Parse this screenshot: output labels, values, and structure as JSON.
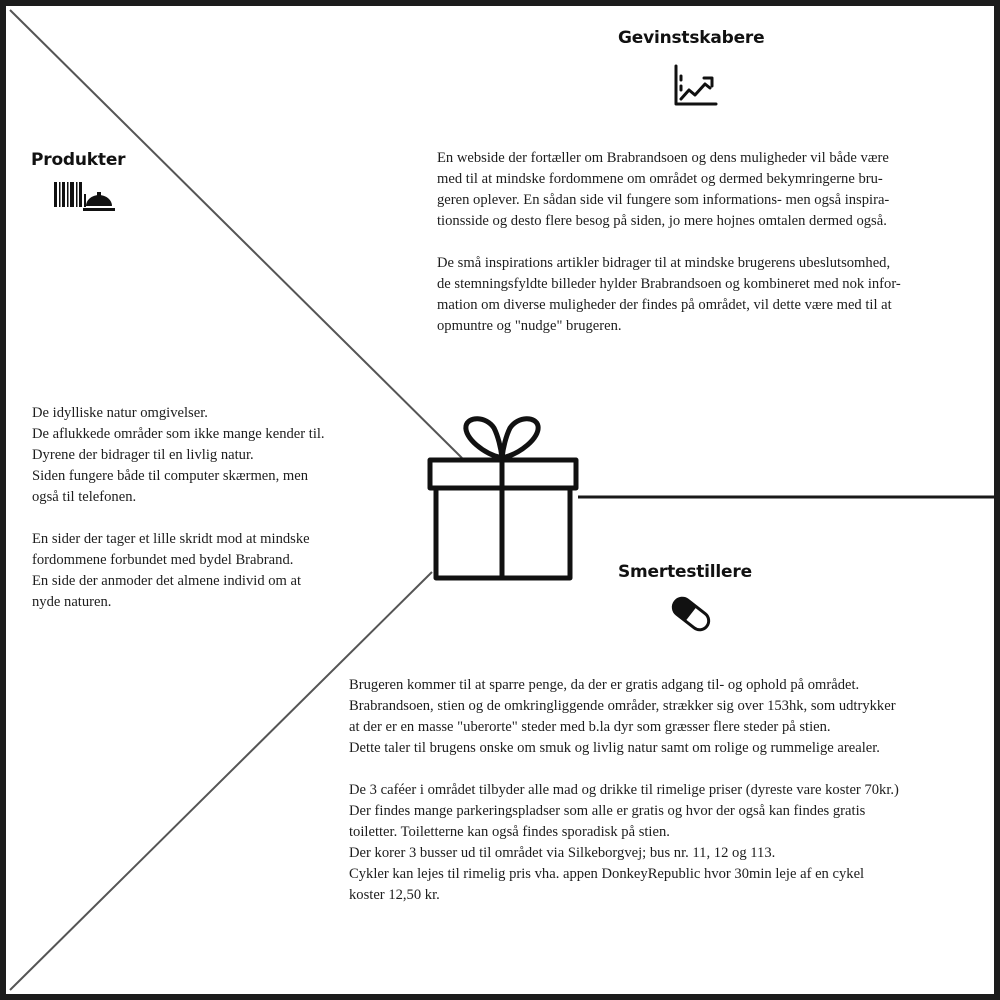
{
  "sections": {
    "gain_creators": {
      "title": "Gevinstskabere",
      "icon": "rising-chart-icon",
      "paragraphs": [
        [
          "En webside der fortæller om Brabrandsoen og dens muligheder vil både være",
          "med til at mindske fordommene om området og dermed bekymringerne bru-",
          "geren oplever. En sådan side vil fungere som informations- men også inspira-",
          "tionsside og desto flere besog på siden, jo mere hojnes omtalen dermed også."
        ],
        [
          "De små inspirations artikler bidrager til at mindske brugerens ubeslutsomhed,",
          "de stemningsfyldte billeder hylder Brabrandsoen og kombineret med nok infor-",
          "mation om diverse muligheder der findes på området, vil dette være med til at",
          "opmuntre og \"nudge\" brugeren."
        ]
      ]
    },
    "products": {
      "title": "Produkter",
      "icon": "barcode-cloche-icon",
      "paragraphs": [
        [
          "De idylliske natur omgivelser.",
          "De aflukkede områder som ikke mange kender til.",
          "Dyrene der bidrager til en livlig natur.",
          "Siden fungere både til computer skærmen, men",
          "også til telefonen."
        ],
        [
          "En sider der tager et lille skridt mod at mindske",
          "fordommene forbundet med bydel Brabrand.",
          "En side der anmoder det almene individ om at",
          "nyde naturen."
        ]
      ]
    },
    "pain_relievers": {
      "title": "Smertestillere",
      "icon": "pill-icon",
      "paragraphs": [
        [
          "Brugeren kommer til at sparre penge, da der er gratis adgang til- og ophold på området.",
          "Brabrandsoen, stien og de omkringliggende områder, strækker sig over 153hk, som udtrykker",
          "at der er en masse \"uberorte\" steder med b.la dyr som græsser flere steder på stien.",
          "Dette taler til brugens onske om smuk og livlig natur samt om rolige og rummelige arealer."
        ],
        [
          "De 3 caféer i området tilbyder alle mad og drikke til rimelige priser (dyreste vare koster 70kr.)",
          "Der findes mange parkeringspladser som alle er gratis og hvor der også kan findes gratis",
          "toiletter. Toiletterne kan også findes sporadisk på stien.",
          "Der korer 3 busser ud til området via Silkeborgvej; bus nr. 11, 12 og 113.",
          "Cykler kan lejes til rimelig pris vha. appen DonkeyRepublic hvor 30min leje af en cykel",
          "koster 12,50 kr."
        ]
      ]
    }
  },
  "center_icon": "gift-icon"
}
